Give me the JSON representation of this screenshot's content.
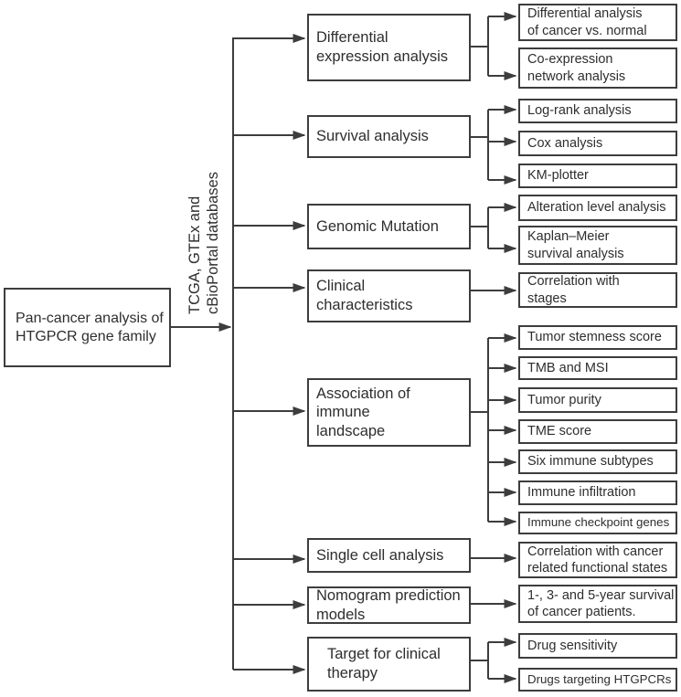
{
  "figure": {
    "root": {
      "label": "Pan-cancer analysis of\nHTGPCR gene family"
    },
    "databases_label": {
      "line1": "TCGA, GTEx and",
      "line2": "cBioPortal databases"
    },
    "branches": [
      {
        "label": "Differential\nexpression analysis",
        "children": [
          "Differential analysis\nof cancer vs. normal",
          "Co-expression\nnetwork analysis"
        ]
      },
      {
        "label": "Survival analysis",
        "children": [
          "Log-rank analysis",
          "Cox analysis",
          "KM-plotter"
        ]
      },
      {
        "label": "Genomic Mutation",
        "children": [
          "Alteration level analysis",
          "Kaplan–Meier\nsurvival analysis"
        ]
      },
      {
        "label": "Clinical\ncharacteristics",
        "children": [
          "Correlation with\nstages"
        ]
      },
      {
        "label": "Association of immune\nlandscape",
        "children": [
          "Tumor stemness score",
          "TMB and MSI",
          "Tumor purity",
          "TME score",
          "Six immune subtypes",
          "Immune infiltration",
          "Immune checkpoint genes"
        ]
      },
      {
        "label": "Single cell analysis",
        "children": [
          "Correlation with cancer\nrelated functional states"
        ]
      },
      {
        "label": "Nomogram prediction\nmodels",
        "children": [
          "1-, 3- and 5-year survival\nof cancer patients."
        ]
      },
      {
        "label": "Target for clinical\ntherapy",
        "children": [
          "Drug sensitivity",
          "Drugs targeting HTGPCRs"
        ]
      }
    ],
    "colors": {
      "line": "#3d3d3d",
      "text": "#2e2e2e",
      "box_fill": "#ffffff",
      "background": "#ffffff"
    }
  }
}
